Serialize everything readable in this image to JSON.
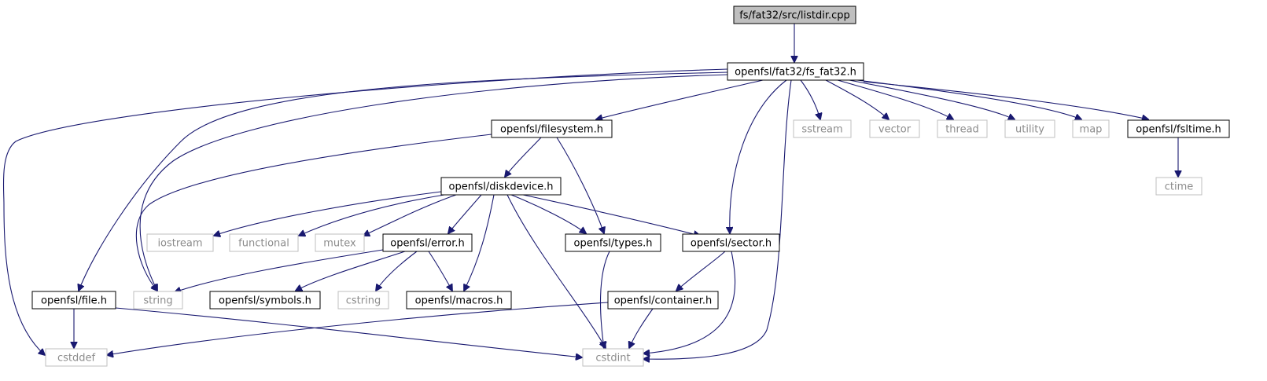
{
  "diagram": {
    "colors": {
      "edge": "#191970",
      "root_fill": "#bfbfbf",
      "root_stroke": "#000000",
      "local_stroke": "#000000",
      "system_stroke": "#bfbfbf",
      "local_text": "#000000",
      "system_text": "#8c8c8c"
    },
    "nodes": [
      {
        "id": "listdir",
        "label": "fs/fat32/src/listdir.cpp",
        "kind": "root"
      },
      {
        "id": "fs_fat32",
        "label": "openfsl/fat32/fs_fat32.h",
        "kind": "local"
      },
      {
        "id": "filesystem",
        "label": "openfsl/filesystem.h",
        "kind": "local"
      },
      {
        "id": "sstream",
        "label": "sstream",
        "kind": "system"
      },
      {
        "id": "vector",
        "label": "vector",
        "kind": "system"
      },
      {
        "id": "thread",
        "label": "thread",
        "kind": "system"
      },
      {
        "id": "utility",
        "label": "utility",
        "kind": "system"
      },
      {
        "id": "map",
        "label": "map",
        "kind": "system"
      },
      {
        "id": "fsltime",
        "label": "openfsl/fsltime.h",
        "kind": "local"
      },
      {
        "id": "ctime",
        "label": "ctime",
        "kind": "system"
      },
      {
        "id": "diskdevice",
        "label": "openfsl/diskdevice.h",
        "kind": "local"
      },
      {
        "id": "iostream",
        "label": "iostream",
        "kind": "system"
      },
      {
        "id": "functional",
        "label": "functional",
        "kind": "system"
      },
      {
        "id": "mutex",
        "label": "mutex",
        "kind": "system"
      },
      {
        "id": "error",
        "label": "openfsl/error.h",
        "kind": "local"
      },
      {
        "id": "types",
        "label": "openfsl/types.h",
        "kind": "local"
      },
      {
        "id": "sector",
        "label": "openfsl/sector.h",
        "kind": "local"
      },
      {
        "id": "file",
        "label": "openfsl/file.h",
        "kind": "local"
      },
      {
        "id": "string",
        "label": "string",
        "kind": "system"
      },
      {
        "id": "symbols",
        "label": "openfsl/symbols.h",
        "kind": "local"
      },
      {
        "id": "cstring",
        "label": "cstring",
        "kind": "system"
      },
      {
        "id": "macros",
        "label": "openfsl/macros.h",
        "kind": "local"
      },
      {
        "id": "container",
        "label": "openfsl/container.h",
        "kind": "local"
      },
      {
        "id": "cstddef",
        "label": "cstddef",
        "kind": "system"
      },
      {
        "id": "cstdint",
        "label": "cstdint",
        "kind": "system"
      }
    ],
    "edges": [
      {
        "from": "listdir",
        "to": "fs_fat32"
      },
      {
        "from": "fs_fat32",
        "to": "filesystem"
      },
      {
        "from": "fs_fat32",
        "to": "sstream"
      },
      {
        "from": "fs_fat32",
        "to": "vector"
      },
      {
        "from": "fs_fat32",
        "to": "thread"
      },
      {
        "from": "fs_fat32",
        "to": "utility"
      },
      {
        "from": "fs_fat32",
        "to": "map"
      },
      {
        "from": "fs_fat32",
        "to": "fsltime"
      },
      {
        "from": "fs_fat32",
        "to": "sector"
      },
      {
        "from": "fs_fat32",
        "to": "cstdint"
      },
      {
        "from": "fs_fat32",
        "to": "file"
      },
      {
        "from": "fs_fat32",
        "to": "string"
      },
      {
        "from": "fs_fat32",
        "to": "cstddef"
      },
      {
        "from": "fsltime",
        "to": "ctime"
      },
      {
        "from": "filesystem",
        "to": "diskdevice"
      },
      {
        "from": "filesystem",
        "to": "types"
      },
      {
        "from": "filesystem",
        "to": "string"
      },
      {
        "from": "diskdevice",
        "to": "iostream"
      },
      {
        "from": "diskdevice",
        "to": "functional"
      },
      {
        "from": "diskdevice",
        "to": "mutex"
      },
      {
        "from": "diskdevice",
        "to": "error"
      },
      {
        "from": "diskdevice",
        "to": "macros"
      },
      {
        "from": "diskdevice",
        "to": "types"
      },
      {
        "from": "diskdevice",
        "to": "sector"
      },
      {
        "from": "diskdevice",
        "to": "cstdint"
      },
      {
        "from": "error",
        "to": "string"
      },
      {
        "from": "error",
        "to": "symbols"
      },
      {
        "from": "error",
        "to": "cstring"
      },
      {
        "from": "error",
        "to": "macros"
      },
      {
        "from": "types",
        "to": "cstdint"
      },
      {
        "from": "sector",
        "to": "container"
      },
      {
        "from": "sector",
        "to": "cstdint"
      },
      {
        "from": "container",
        "to": "cstdint"
      },
      {
        "from": "container",
        "to": "cstddef"
      },
      {
        "from": "file",
        "to": "cstddef"
      },
      {
        "from": "file",
        "to": "cstdint"
      }
    ]
  }
}
